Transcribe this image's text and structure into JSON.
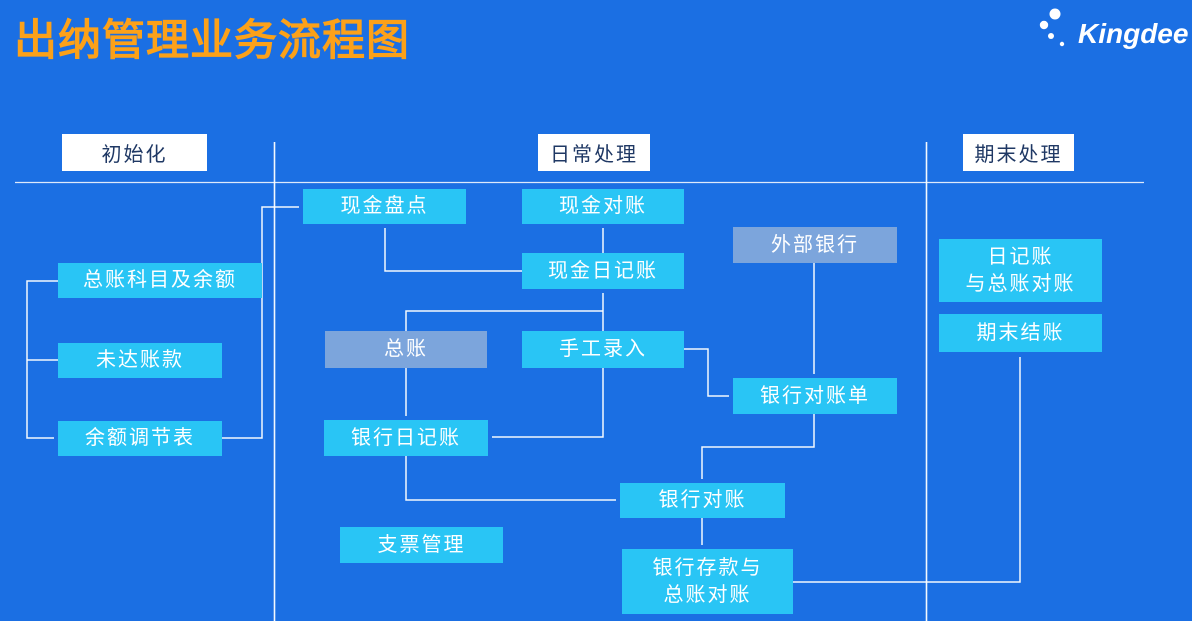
{
  "title": "出纳管理业务流程图",
  "logo": {
    "brand": "Kingdee",
    "icon": "kingdee-dots-logo"
  },
  "colors": {
    "background": "#1b6fe3",
    "node_primary": "#29c5f5",
    "node_secondary": "#7ca5dc",
    "title_text": "#fca119",
    "lane_header_bg": "#ffffff",
    "lane_header_text": "#1f3864",
    "connector": "#ffffff"
  },
  "sections": {
    "init": {
      "label": "初始化"
    },
    "daily": {
      "label": "日常处理"
    },
    "period_end": {
      "label": "期末处理"
    }
  },
  "nodes": {
    "gl_accounts_balance": {
      "label": "总账科目及余额",
      "type": "primary"
    },
    "outstanding_accounts": {
      "label": "未达账款",
      "type": "primary"
    },
    "balance_reconciliation": {
      "label": "余额调节表",
      "type": "primary"
    },
    "cash_count": {
      "label": "现金盘点",
      "type": "primary"
    },
    "cash_reconciliation": {
      "label": "现金对账",
      "type": "primary"
    },
    "cash_journal": {
      "label": "现金日记账",
      "type": "primary"
    },
    "external_bank": {
      "label": "外部银行",
      "type": "secondary"
    },
    "general_ledger": {
      "label": "总账",
      "type": "secondary"
    },
    "manual_entry": {
      "label": "手工录入",
      "type": "primary"
    },
    "bank_statement": {
      "label": "银行对账单",
      "type": "primary"
    },
    "bank_journal": {
      "label": "银行日记账",
      "type": "primary"
    },
    "bank_reconciliation": {
      "label": "银行对账",
      "type": "primary"
    },
    "check_management": {
      "label": "支票管理",
      "type": "primary"
    },
    "bank_deposit_gl_recon": {
      "label": "银行存款与\n总账对账",
      "type": "primary"
    },
    "journal_gl_recon": {
      "label": "日记账\n与总账对账",
      "type": "primary"
    },
    "period_end_closing": {
      "label": "期末结账",
      "type": "primary"
    }
  },
  "edges": [
    {
      "from": "gl_accounts_balance",
      "to": "balance_reconciliation"
    },
    {
      "from": "outstanding_accounts",
      "to": "balance_reconciliation"
    },
    {
      "from": "balance_reconciliation",
      "to": "cash_count"
    },
    {
      "from": "cash_journal",
      "to": "cash_count"
    },
    {
      "from": "cash_journal",
      "to": "cash_reconciliation"
    },
    {
      "from": "general_ledger",
      "to": "cash_journal"
    },
    {
      "from": "manual_entry",
      "to": "cash_journal"
    },
    {
      "from": "general_ledger",
      "to": "bank_journal"
    },
    {
      "from": "manual_entry",
      "to": "bank_journal"
    },
    {
      "from": "manual_entry",
      "to": "bank_statement"
    },
    {
      "from": "external_bank",
      "to": "bank_statement"
    },
    {
      "from": "bank_statement",
      "to": "bank_reconciliation"
    },
    {
      "from": "bank_journal",
      "to": "bank_reconciliation"
    },
    {
      "from": "bank_reconciliation",
      "to": "bank_deposit_gl_recon"
    },
    {
      "from": "bank_deposit_gl_recon",
      "to": "period_end_closing"
    }
  ]
}
